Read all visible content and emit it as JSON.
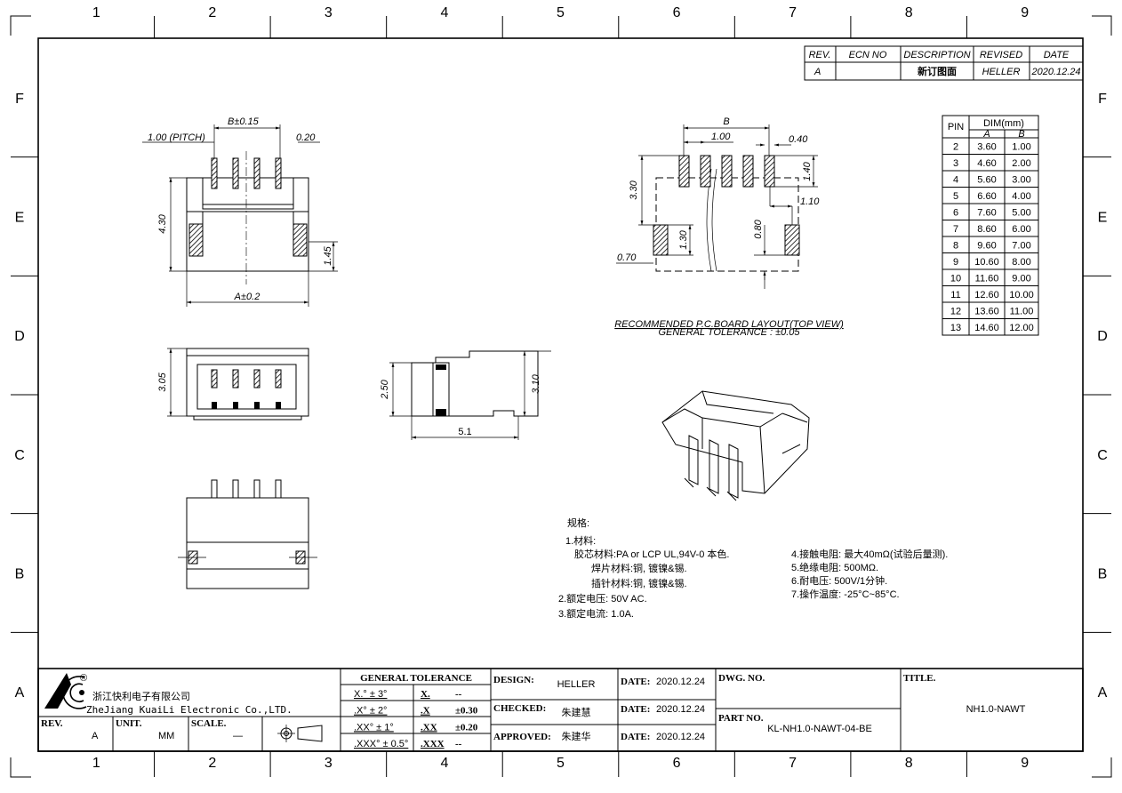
{
  "grid": {
    "columns": [
      "1",
      "2",
      "3",
      "4",
      "5",
      "6",
      "7",
      "8",
      "9"
    ],
    "rows": [
      "F",
      "E",
      "D",
      "C",
      "B",
      "A"
    ]
  },
  "revision_table": {
    "headers": {
      "rev": "REV.",
      "ecn": "ECN NO",
      "description": "DESCRIPTION",
      "revised": "REVISED",
      "date": "DATE"
    },
    "row": {
      "rev": "A",
      "ecn": "",
      "description": "新订图面",
      "revised": "HELLER",
      "date": "2020.12.24"
    }
  },
  "pin_table": {
    "pin_header": "PIN",
    "dim_header": "DIM(mm)",
    "a_header": "A",
    "b_header": "B",
    "rows": [
      [
        "2",
        "3.60",
        "1.00"
      ],
      [
        "3",
        "4.60",
        "2.00"
      ],
      [
        "4",
        "5.60",
        "3.00"
      ],
      [
        "5",
        "6.60",
        "4.00"
      ],
      [
        "6",
        "7.60",
        "5.00"
      ],
      [
        "7",
        "8.60",
        "6.00"
      ],
      [
        "8",
        "9.60",
        "7.00"
      ],
      [
        "9",
        "10.60",
        "8.00"
      ],
      [
        "10",
        "11.60",
        "9.00"
      ],
      [
        "11",
        "12.60",
        "10.00"
      ],
      [
        "12",
        "13.60",
        "11.00"
      ],
      [
        "13",
        "14.60",
        "12.00"
      ]
    ]
  },
  "top_view": {
    "pitch": "1.00 (PITCH)",
    "b_dim": "B±0.15",
    "pin_width": "0.20",
    "height": "4.30",
    "a_dim": "A±0.2",
    "latch": "1.45"
  },
  "front_view": {
    "height": "3.05"
  },
  "side_view": {
    "height_left": "2.50",
    "height_right": "3.10",
    "depth": "5.1"
  },
  "pcb_layout": {
    "b": "B",
    "pitch": "1.00",
    "pad_width": "0.40",
    "pad_length": "1.40",
    "span": "3.30",
    "offset": "1.10",
    "latch_pad": "1.30",
    "latch_offset": "0.80",
    "latch_width": "0.70",
    "caption": "RECOMMENDED P.C.BOARD LAYOUT(TOP VIEW)",
    "tolerance": "GENERAL TOLERANCE : ±0.05"
  },
  "specs": {
    "title": "规格:",
    "lines_left": [
      "1.材料:",
      "胶芯材料:PA or LCP UL,94V-0 本色.",
      "焊片材料:铜, 镀镍&锡.",
      "插针材料:铜, 镀镍&锡.",
      "2.额定电压: 50V AC.",
      "3.额定电流: 1.0A."
    ],
    "lines_right": [
      "4.接触电阻: 最大40mΩ(试验后量测).",
      "5.绝缘电阻: 500MΩ.",
      "6.耐电压: 500V/1分钟.",
      "7.操作温度: -25°C~85°C."
    ]
  },
  "title_block": {
    "company_cn": "浙江快利电子有限公司",
    "company_en": "ZheJiang KuaiLi Electronic Co.,LTD.",
    "company_logo_mark": "®",
    "rev_label": "REV.",
    "rev_value": "A",
    "unit_label": "UNIT.",
    "unit_value": "MM",
    "scale_label": "SCALE.",
    "scale_value": "—",
    "tolerance_title": "GENERAL  TOLERANCE",
    "tolerance_rows": [
      [
        "X.° ± 3°",
        "X.",
        "--"
      ],
      [
        ".X° ± 2°",
        ".X",
        "±0.30"
      ],
      [
        ".XX° ± 1°",
        ".XX",
        "±0.20"
      ],
      [
        ".XXX° ± 0.5°",
        ".XXX",
        "--"
      ]
    ],
    "design_label": "DESIGN:",
    "design_value": "HELLER",
    "checked_label": "CHECKED:",
    "checked_value": "朱建慧",
    "approved_label": "APPROVED:",
    "approved_value": "朱建华",
    "date_label": "DATE:",
    "design_date": "2020.12.24",
    "checked_date": "2020.12.24",
    "approved_date": "2020.12.24",
    "dwg_no_label": "DWG. NO.",
    "dwg_no_value": "",
    "part_no_label": "PART NO.",
    "part_no_value": "KL-NH1.0-NAWT-04-BE",
    "title_label": "TITLE.",
    "title_value": "NH1.0-NAWT"
  }
}
